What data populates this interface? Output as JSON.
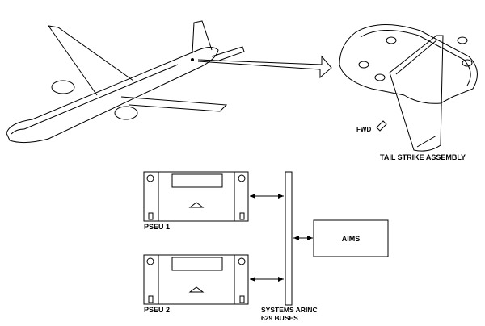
{
  "labels": {
    "tail_strike_assembly": "TAIL STRIKE ASSEMBLY",
    "fwd": "FWD",
    "pseu1": "PSEU 1",
    "pseu2": "PSEU 2",
    "aims": "AIMS",
    "bus_line1": "SYSTEMS ARINC",
    "bus_line2": "629 BUSES"
  }
}
